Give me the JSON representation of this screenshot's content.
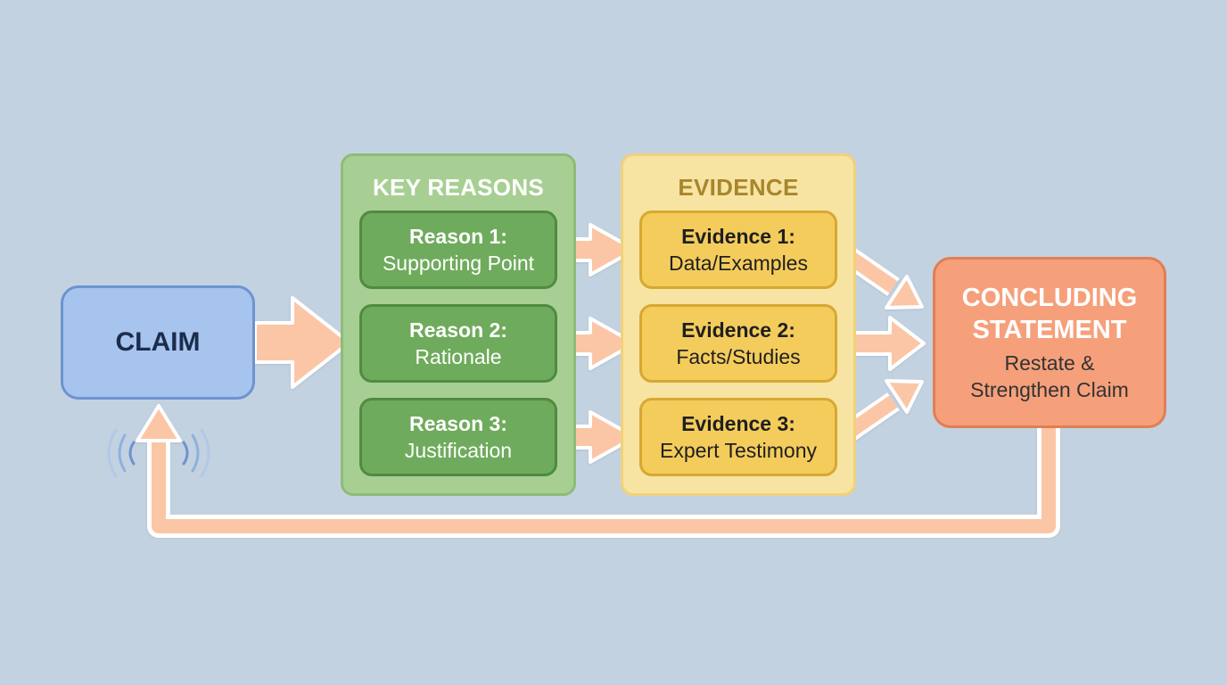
{
  "claim": {
    "label": "CLAIM"
  },
  "reasons": {
    "title": "KEY REASONS",
    "items": [
      {
        "title": "Reason 1:",
        "text": "Supporting Point"
      },
      {
        "title": "Reason 2:",
        "text": "Rationale"
      },
      {
        "title": "Reason 3:",
        "text": "Justification"
      }
    ]
  },
  "evidence": {
    "title": "EVIDENCE",
    "items": [
      {
        "title": "Evidence 1:",
        "text": "Data/Examples"
      },
      {
        "title": "Evidence 2:",
        "text": "Facts/Studies"
      },
      {
        "title": "Evidence 3:",
        "text": "Expert Testimony"
      }
    ]
  },
  "concluding": {
    "title_line1": "CONCLUDING",
    "title_line2": "STATEMENT",
    "sub_line1": "Restate &",
    "sub_line2": "Strengthen Claim"
  },
  "colors": {
    "background": "#c3d2e0",
    "arrow_fill": "#fbc6a6",
    "arrow_outline": "#ffffff",
    "claim": "#a7c4ef",
    "reasons": "#6fab5c",
    "evidence": "#f4cc5c",
    "concluding": "#f5a07b"
  },
  "icons": {
    "claim_signal": "sound-wave-icon"
  }
}
